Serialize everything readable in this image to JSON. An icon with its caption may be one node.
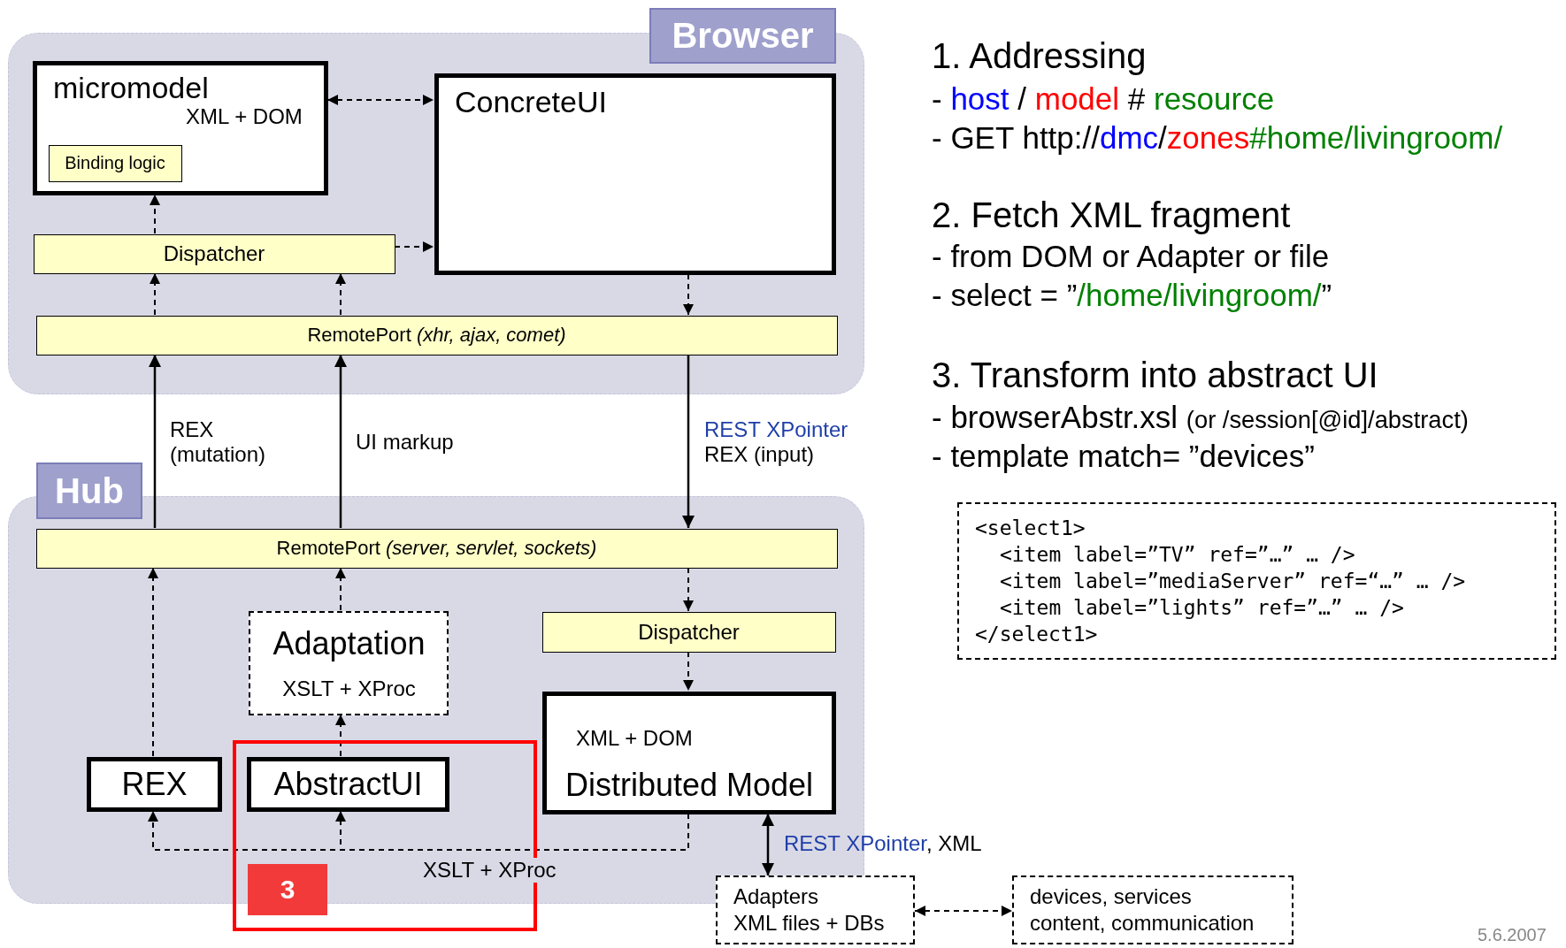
{
  "diagram": {
    "nodes": [
      {
        "text": [
          "Browser"
        ]
      },
      {
        "text": [
          "micromodel",
          "XML + DOM"
        ],
        "in": 0
      },
      {
        "text": [
          "Binding logic"
        ],
        "in": 1
      },
      {
        "text": [
          "ConcreteUI"
        ],
        "in": 0
      },
      {
        "text": [
          "Dispatcher"
        ],
        "in": 0
      },
      {
        "text": [
          "RemotePort *(xhr, ajax, comet)*"
        ],
        "in": 0
      },
      {
        "text": [
          "Hub"
        ]
      },
      {
        "text": [
          "RemotePort *(server, servlet, sockets)*"
        ],
        "in": 6
      },
      {
        "text": [
          "Adaptation",
          "XSLT + XProc"
        ],
        "in": 6
      },
      {
        "text": [
          "Dispatcher"
        ],
        "in": 6
      },
      {
        "text": [
          "REX"
        ],
        "in": 6
      },
      {
        "text": [
          "AbstractUI"
        ],
        "in": 6
      },
      {
        "text": [
          "XML + DOM",
          "Distributed Model"
        ],
        "in": 6
      },
      {
        "text": [
          "Adapters",
          "XML files + DBs"
        ]
      },
      {
        "text": [
          "devices, services",
          "content, communication"
        ]
      },
      {
        "text": [
          "<select1>",
          "<item label=”TV” ref=”…” … />",
          "<item label=”mediaServer” ref=“…” … />",
          "<item label=”lights” ref=”…” … />",
          "</select1>"
        ]
      }
    ],
    "edges": [
      {
        "from": 1,
        "to": 3,
        "arrow": "both",
        "style": "dashed"
      },
      {
        "from": 4,
        "to": 1,
        "arrow": "to",
        "style": "dashed"
      },
      {
        "from": 4,
        "to": 3,
        "arrow": "to",
        "style": "dashed"
      },
      {
        "from": 5,
        "to": 4,
        "arrow": "to",
        "style": "dashed"
      },
      {
        "from": 5,
        "to": 4,
        "arrow": "to",
        "style": "dashed"
      },
      {
        "from": 3,
        "to": 5,
        "arrow": "to",
        "style": "dashed"
      },
      {
        "from": 7,
        "to": 5,
        "arrow": "to",
        "label": "REX (mutation)"
      },
      {
        "from": 7,
        "to": 5,
        "arrow": "to",
        "label": "UI markup"
      },
      {
        "from": 5,
        "to": 7,
        "arrow": "to",
        "label": "REST XPointer REX (input)"
      },
      {
        "from": 7,
        "to": 9,
        "arrow": "to",
        "style": "dashed"
      },
      {
        "from": 9,
        "to": 12,
        "arrow": "to",
        "style": "dashed"
      },
      {
        "from": 10,
        "to": 7,
        "arrow": "to",
        "style": "dashed"
      },
      {
        "from": 8,
        "to": 7,
        "arrow": "to",
        "style": "dashed"
      },
      {
        "from": 11,
        "to": 8,
        "arrow": "to",
        "style": "dashed"
      },
      {
        "from": 12,
        "to": 10,
        "arrow": "to",
        "style": "dashed"
      },
      {
        "from": 12,
        "to": 11,
        "arrow": "to",
        "style": "dashed",
        "label": "XSLT + XProc"
      },
      {
        "from": 12,
        "to": 13,
        "arrow": "both",
        "label": "REST XPointer, XML"
      },
      {
        "from": 13,
        "to": 14,
        "arrow": "both",
        "style": "dashed"
      }
    ],
    "labels": [
      "1. Addressing",
      "- host / model # resource",
      "- GET http://dmc/zones#home/livingroom/",
      "2. Fetch XML fragment",
      "- from DOM or Adapter or file",
      "- select = ”/home/livingroom/”",
      "3. Transform into abstract UI",
      "- browserAbstr.xsl  (or /session[@id]/abstract)",
      "- template match= ”devices”",
      "3",
      "5.6.2007"
    ]
  }
}
